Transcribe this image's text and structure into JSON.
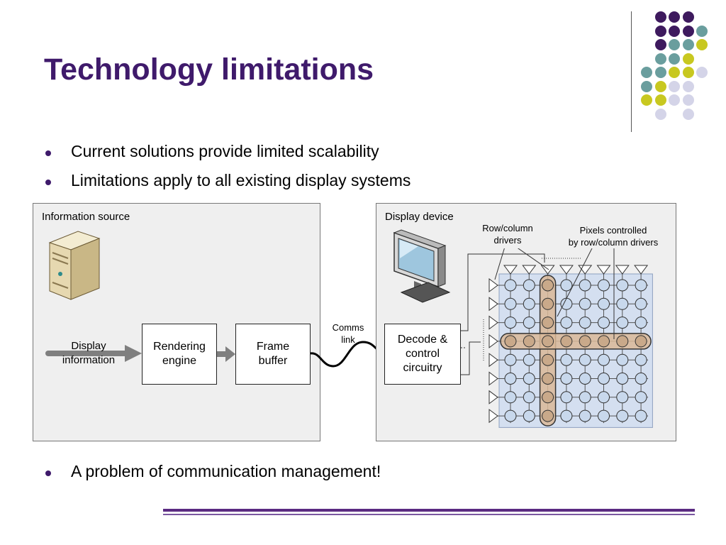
{
  "slide": {
    "title": "Technology limitations",
    "bullets": [
      "Current solutions provide limited scalability",
      "Limitations apply to all existing display systems"
    ],
    "bottom_bullet": "A problem of communication management!"
  },
  "colors": {
    "title": "#3f1a6b",
    "purple": "#3e1a5e",
    "teal": "#6a9e9e",
    "yellow": "#c8c820",
    "lavender": "#d4d4e8",
    "panel": "#efefef",
    "pixel_fill": "#c8d8ec",
    "highlight": "#d9b898"
  },
  "diagram": {
    "source_panel": {
      "label": "Information source",
      "icon": "server-tower-icon",
      "input_label": "Display\ninformation",
      "rendering_box": "Rendering\nengine",
      "frame_box": "Frame\nbuffer"
    },
    "link_label": "Comms\nlink",
    "display_panel": {
      "label": "Display device",
      "icon": "monitor-icon",
      "decode_box": "Decode &\ncontrol\ncircuitry",
      "drivers_label": "Row/column\ndrivers",
      "pixels_label": "Pixels controlled\nby row/column drivers"
    }
  }
}
